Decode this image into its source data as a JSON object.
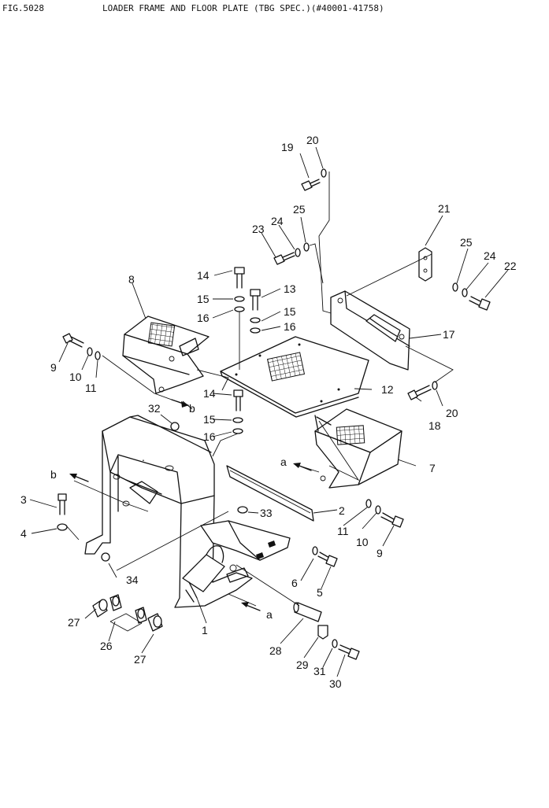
{
  "figure_id": "FIG.5028",
  "title": "LOADER FRAME AND FLOOR PLATE (TBG SPEC.)(#40001-41758)",
  "callouts": [
    "1",
    "2",
    "3",
    "4",
    "5",
    "6",
    "7",
    "8",
    "9",
    "10",
    "11",
    "12",
    "13",
    "14",
    "15",
    "16",
    "17",
    "18",
    "19",
    "20",
    "21",
    "22",
    "23",
    "24",
    "25",
    "26",
    "27",
    "28",
    "29",
    "30",
    "31",
    "32",
    "33",
    "34"
  ],
  "view_markers": [
    "a",
    "b"
  ]
}
